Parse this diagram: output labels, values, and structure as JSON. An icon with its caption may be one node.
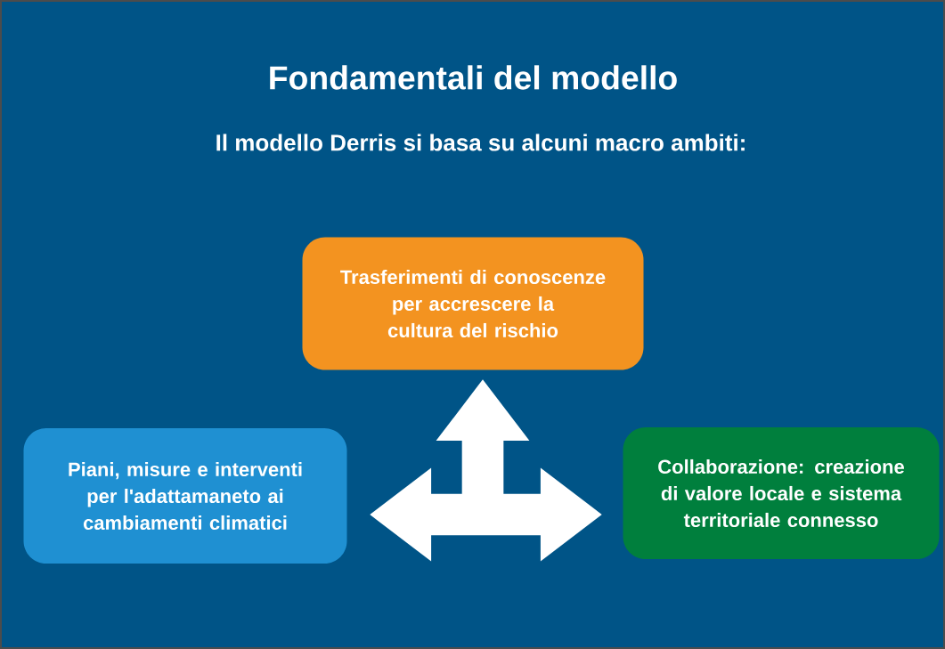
{
  "diagram": {
    "title": "Fondamentali del modello",
    "nodes": [
      {
        "text": [
          "Trasferimenti di conoscenze per accrescere la cultura del rischio"
        ]
      },
      {
        "text": [
          "Piani, misure e interventi per l'adattamaneto ai cambiamenti climatici"
        ]
      },
      {
        "text": [
          "Collaborazione: creazione di valore locale e sistema territoriale connesso"
        ]
      }
    ],
    "edges": [
      {
        "from": 1,
        "to": 2,
        "arrow": "both"
      },
      {
        "from": null,
        "to": 0,
        "arrow": "to"
      }
    ],
    "labels": [
      "Il modello Derris si basa su alcuni macro ambiti:"
    ]
  }
}
